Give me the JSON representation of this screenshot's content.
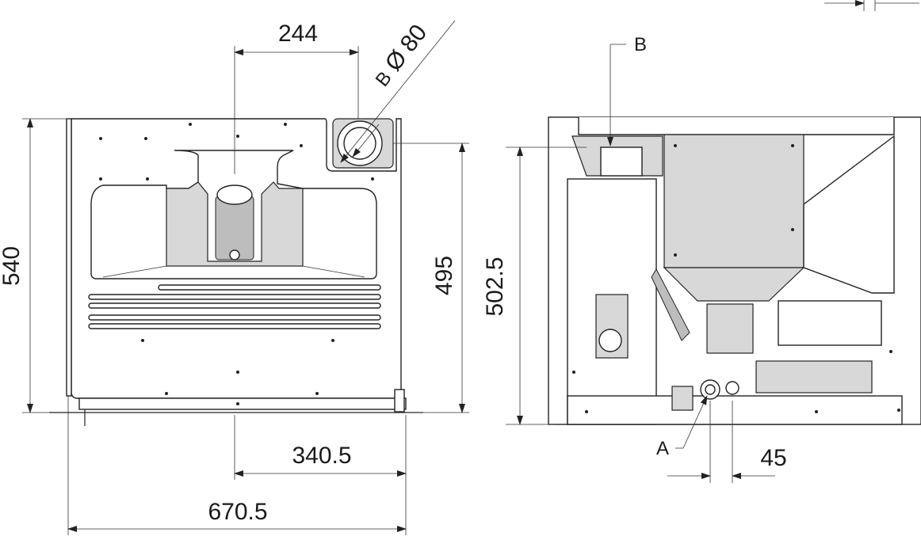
{
  "front_view": {
    "dim_total_width": "670.5",
    "dim_offset": "340.5",
    "dim_flue_pos": "244",
    "dim_height": "540",
    "dim_inner_height": "495",
    "flue_diameter": "80",
    "flue_diameter_symbol": "Ø",
    "flue_label": "B"
  },
  "side_view": {
    "dim_height": "502.5",
    "dim_offset": "45",
    "label_a": "A",
    "label_b": "B"
  }
}
